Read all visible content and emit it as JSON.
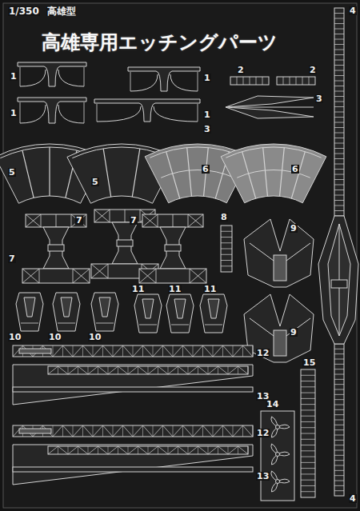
{
  "diagram": {
    "title": "高雄専用エッチングパーツ",
    "labels": [
      "1/350",
      "高雄型",
      "1",
      "1",
      "1",
      "1",
      "2",
      "2",
      "3",
      "3",
      "4",
      "4",
      "5",
      "5",
      "6",
      "6",
      "7",
      "7",
      "7",
      "8",
      "9",
      "9",
      "10",
      "10",
      "10",
      "11",
      "11",
      "11",
      "12",
      "12",
      "13",
      "13",
      "14",
      "15"
    ]
  }
}
